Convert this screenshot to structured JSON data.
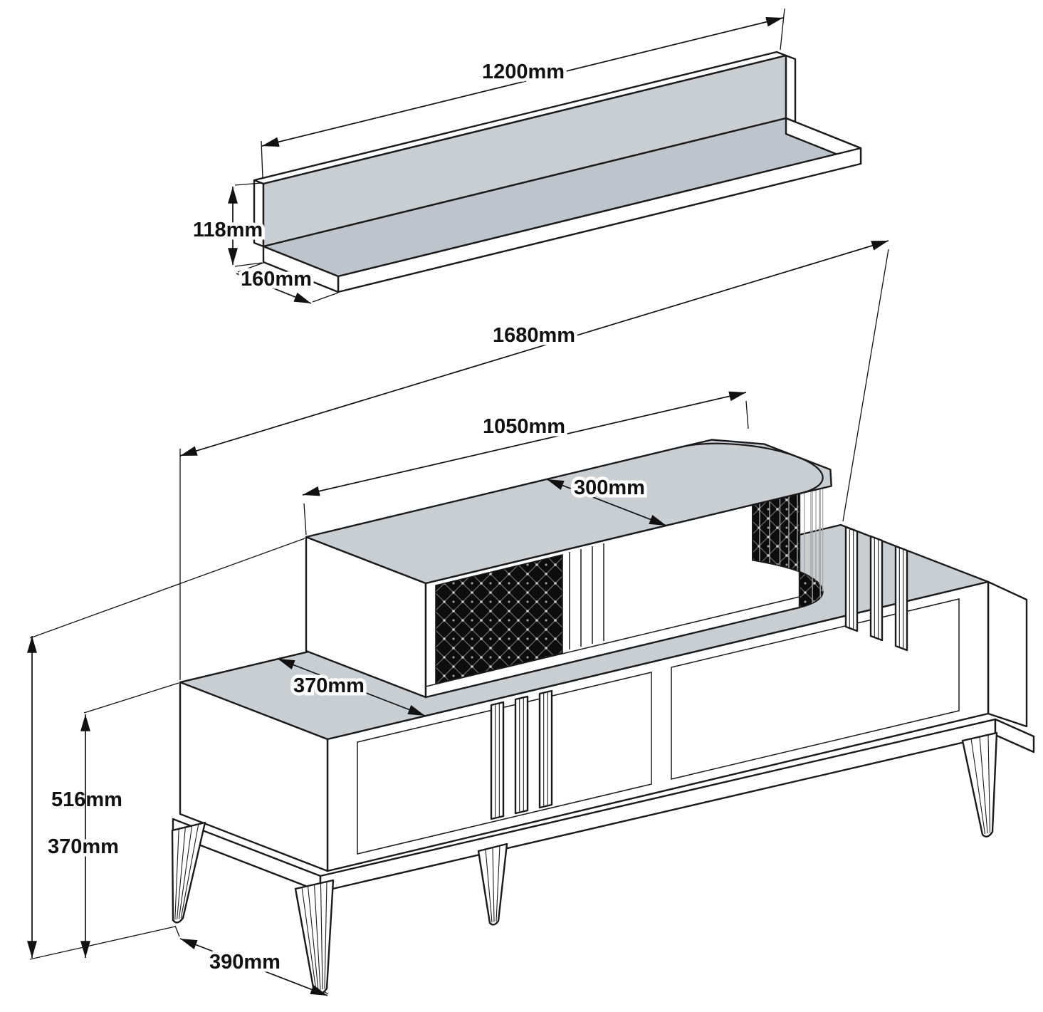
{
  "drawing": {
    "kind": "isometric-furniture-dimension-drawing",
    "colors": {
      "surface": "#c9ced3",
      "outline": "#1b1b1b",
      "panel": "#0d0d0d",
      "background": "#ffffff"
    },
    "shelf": {
      "length": "1200mm",
      "height": "118mm",
      "depth": "160mm"
    },
    "tv_stand": {
      "length": "1680mm",
      "upper_shelf_length": "1050mm",
      "upper_shelf_depth": "300mm",
      "top_depth": "370mm",
      "total_height": "516mm",
      "lower_height": "370mm",
      "base_depth": "390mm"
    }
  }
}
